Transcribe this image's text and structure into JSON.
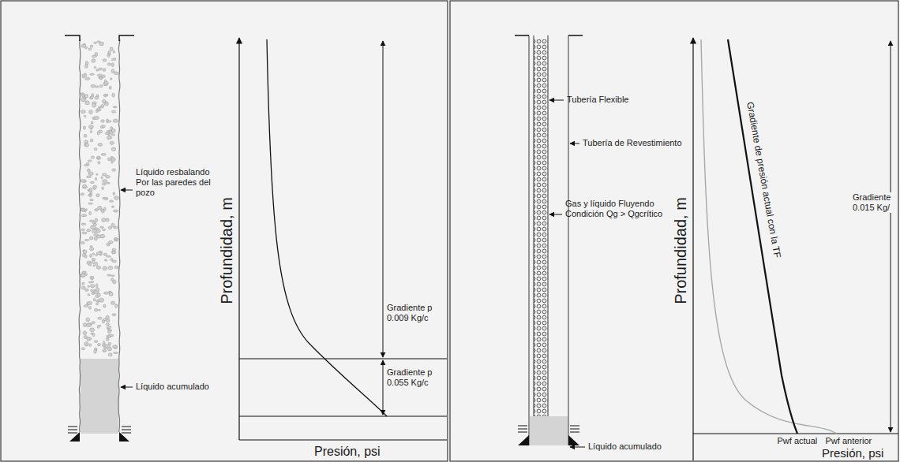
{
  "diagram": {
    "labels": [
      "Líquido resbalando Por las paredes del pozo",
      "Líquido acumulado",
      "Profundidad, m",
      "Gradiente p 0.009 Kg/c",
      "Gradiente p 0.055 Kg/c",
      "Presión, psi",
      "Tubería Flexible",
      "Tubería de Revestimiento",
      "Gas y líquido Fluyendo Condición Qg > Qgcrítico",
      "Líquido acumulado",
      "Gradiente de presión actual con la TF",
      "Profundidad, m",
      "Gradiente 0.015 Kg/",
      "Pwf actual",
      "Pwf anterior",
      "Presión, psi"
    ]
  }
}
